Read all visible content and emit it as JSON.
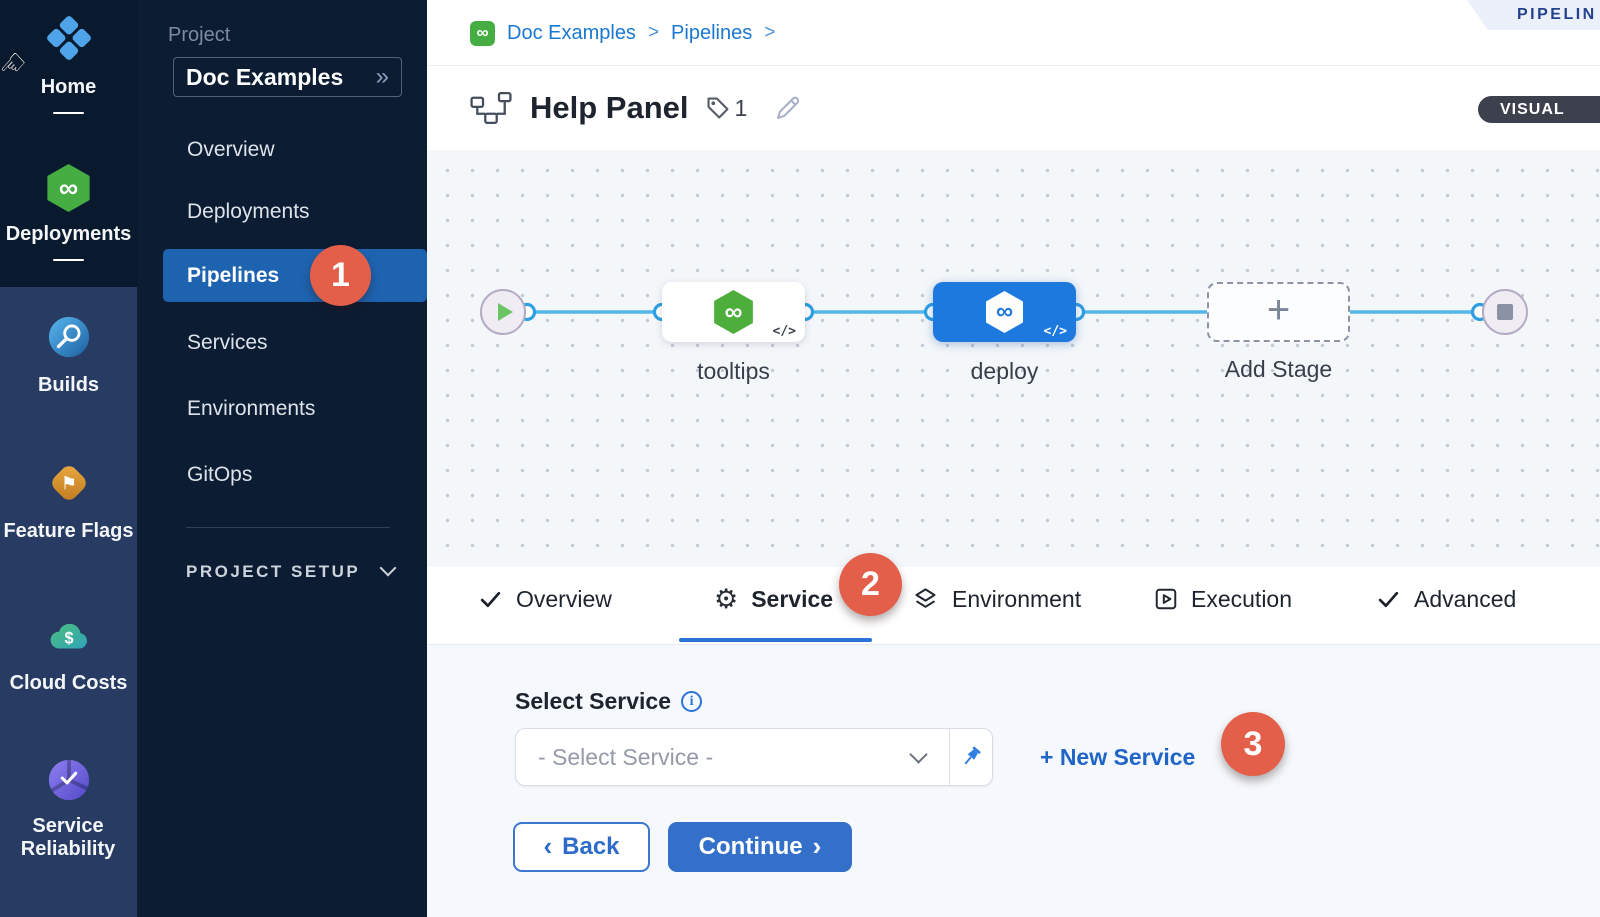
{
  "module_rail": {
    "items": [
      {
        "label": "Home",
        "icon": "home-icon"
      },
      {
        "label": "Deployments",
        "icon": "deployments-icon"
      },
      {
        "label": "Builds",
        "icon": "builds-icon"
      },
      {
        "label": "Feature Flags",
        "icon": "feature-flags-icon"
      },
      {
        "label": "Cloud Costs",
        "icon": "cloud-costs-icon"
      },
      {
        "label": "Service Reliability",
        "icon": "service-reliability-icon"
      }
    ]
  },
  "project_nav": {
    "section_label": "Project",
    "project_name": "Doc Examples",
    "items": [
      {
        "label": "Overview"
      },
      {
        "label": "Deployments"
      },
      {
        "label": "Pipelines",
        "active": true
      },
      {
        "label": "Services"
      },
      {
        "label": "Environments"
      },
      {
        "label": "GitOps"
      }
    ],
    "callout_badge": "1",
    "footer_section": "PROJECT SETUP"
  },
  "header": {
    "breadcrumb": {
      "items": [
        "Doc Examples",
        "Pipelines"
      ],
      "separator": ">"
    },
    "ribbon_label": "PIPELIN",
    "title": "Help Panel",
    "tag_count": "1",
    "view_toggle": "VISUAL"
  },
  "canvas": {
    "stages": [
      {
        "name": "tooltips",
        "state": "default"
      },
      {
        "name": "deploy",
        "state": "selected"
      }
    ],
    "add_stage_label": "Add Stage",
    "code_badge": "</>",
    "infinity_glyph": "∞"
  },
  "tabs": [
    {
      "label": "Overview",
      "icon": "check"
    },
    {
      "label": "Service",
      "icon": "gear",
      "active": true,
      "callout_badge": "2"
    },
    {
      "label": "Environment",
      "icon": "layers"
    },
    {
      "label": "Execution",
      "icon": "play-square"
    },
    {
      "label": "Advanced",
      "icon": "check"
    }
  ],
  "form": {
    "label": "Select Service",
    "placeholder": "- Select Service -",
    "new_service_label": "+ New Service",
    "callout_badge": "3",
    "back_label": "Back",
    "continue_label": "Continue"
  },
  "colors": {
    "accent_blue": "#1d79de",
    "nav_active_blue": "#1e63b0",
    "callout_red": "#e45f4a",
    "harness_green": "#45ad42",
    "link_blue": "#1a78d2"
  }
}
